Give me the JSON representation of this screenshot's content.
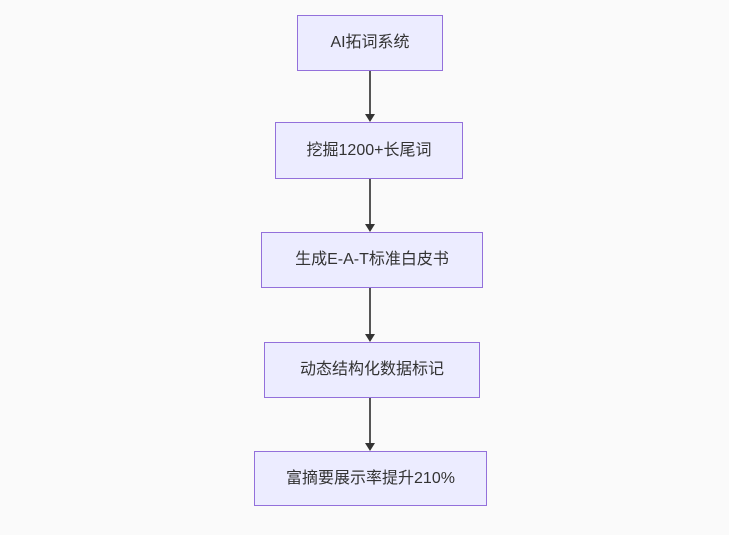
{
  "diagram": {
    "type": "flowchart",
    "direction": "top-down",
    "colors": {
      "background": "#fafafa",
      "node_fill": "#ECECFF",
      "node_border": "#9370DB",
      "edge_color": "#555555",
      "arrowhead_color": "#333333",
      "text_color": "#333333"
    },
    "nodes": [
      {
        "id": "n1",
        "label": "AI拓词系统"
      },
      {
        "id": "n2",
        "label": "挖掘1200+长尾词"
      },
      {
        "id": "n3",
        "label": "生成E-A-T标准白皮书"
      },
      {
        "id": "n4",
        "label": "动态结构化数据标记"
      },
      {
        "id": "n5",
        "label": "富摘要展示率提升210%"
      }
    ],
    "edges": [
      {
        "from": "n1",
        "to": "n2"
      },
      {
        "from": "n2",
        "to": "n3"
      },
      {
        "from": "n3",
        "to": "n4"
      },
      {
        "from": "n4",
        "to": "n5"
      }
    ]
  }
}
